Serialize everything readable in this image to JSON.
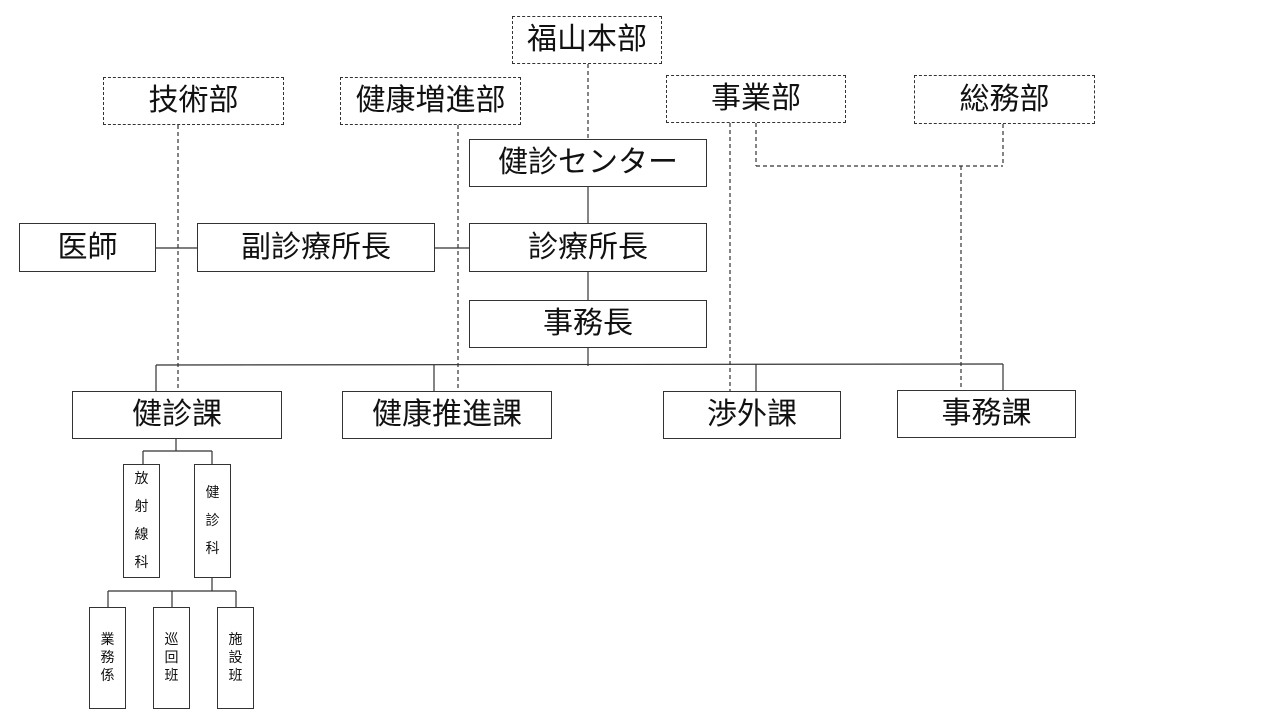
{
  "headquarters": {
    "fukuyama": "福山本部"
  },
  "departments": {
    "technical": "技術部",
    "health_promotion": "健康増進部",
    "business": "事業部",
    "general_affairs": "総務部"
  },
  "center": "健診センター",
  "positions": {
    "doctor": "医師",
    "deputy_director": "副診療所長",
    "director": "診療所長",
    "office_manager": "事務長"
  },
  "sections": {
    "checkup": "健診課",
    "health_promotion": "健康推進課",
    "external_affairs": "渉外課",
    "administration": "事務課"
  },
  "units": {
    "radiology": [
      "放",
      "射",
      "線",
      "科"
    ],
    "checkup_dept": [
      "健",
      "診",
      "科"
    ]
  },
  "teams": {
    "operations": [
      "業",
      "務",
      "係"
    ],
    "mobile": [
      "巡",
      "回",
      "班"
    ],
    "facility": [
      "施",
      "設",
      "班"
    ]
  }
}
